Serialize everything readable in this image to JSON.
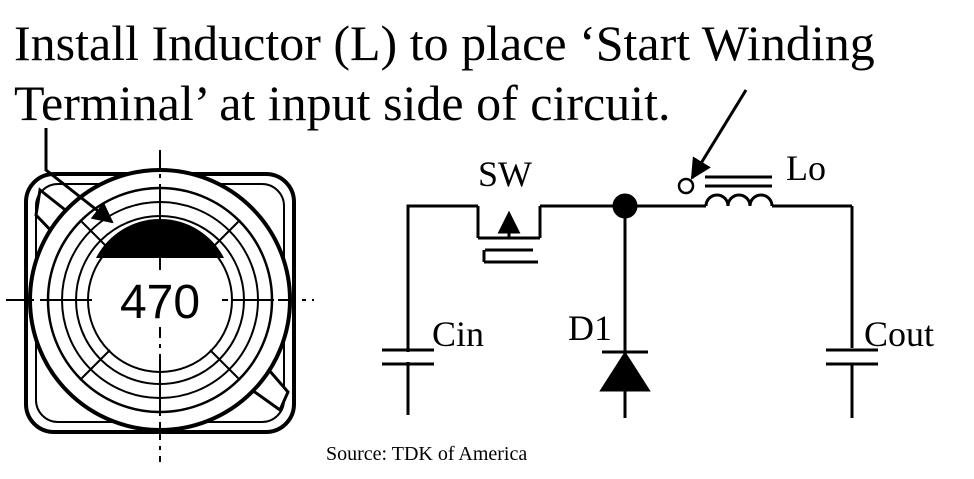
{
  "title_line1": "Install Inductor (L) to place ‘Start Winding",
  "title_line2": "Terminal’ at input side of circuit.",
  "inductor_marking": "470",
  "labels": {
    "switch": "SW",
    "inductor": "Lo",
    "input_capacitor": "Cin",
    "diode": "D1",
    "output_capacitor": "Cout"
  },
  "source": "Source:  TDK of America"
}
